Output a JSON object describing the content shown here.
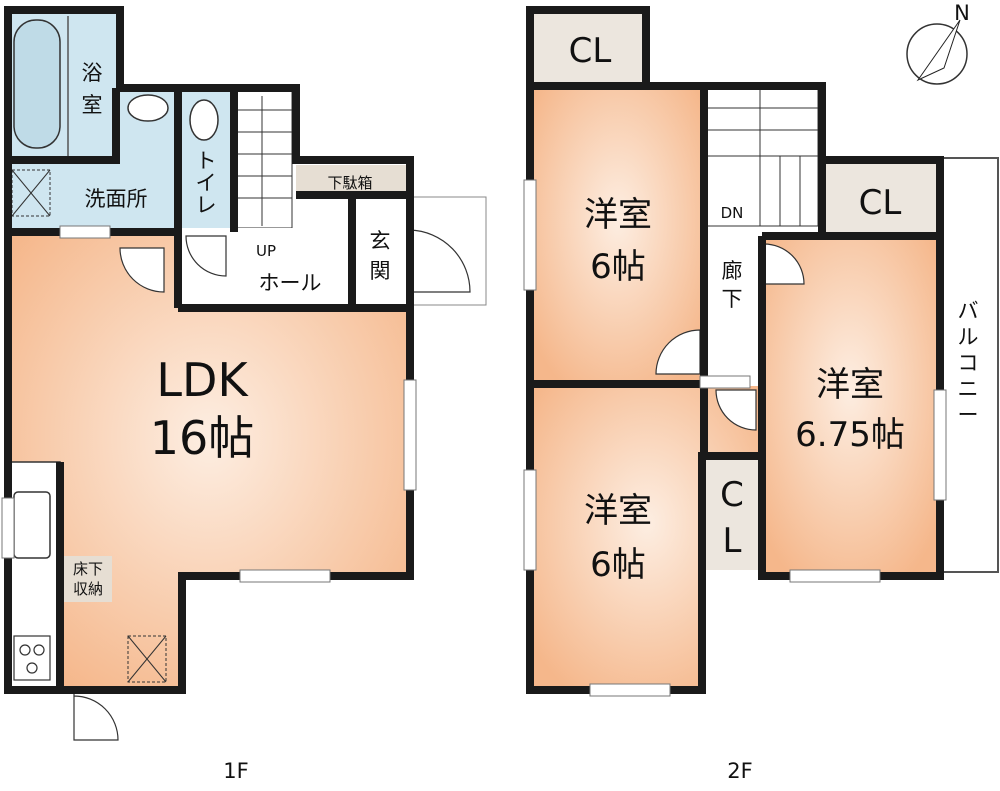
{
  "floor1": {
    "caption": "1F",
    "bath": [
      "浴",
      "室"
    ],
    "washroom": "洗面所",
    "toilet": [
      "ト",
      "イ",
      "レ"
    ],
    "shoe_box": "下駄箱",
    "entrance": [
      "玄",
      "関"
    ],
    "up": "UP",
    "hall": "ホール",
    "ldk": "LDK",
    "ldk_size": "16帖",
    "underfloor": [
      "床下",
      "収納"
    ]
  },
  "floor2": {
    "caption": "2F",
    "room_nw_name": "洋室",
    "room_nw_size": "6帖",
    "room_sw_name": "洋室",
    "room_sw_size": "6帖",
    "room_e_name": "洋室",
    "room_e_size": "6.75帖",
    "closet_nw": "CL",
    "closet_ne": "CL",
    "closet_mid": [
      "C",
      "L"
    ],
    "down": "DN",
    "corridor": [
      "廊",
      "下"
    ],
    "balcony": [
      "バ",
      "ル",
      "コ",
      "ニ",
      "ー"
    ]
  },
  "compass_letter": "N",
  "colors": {
    "room_center": "#fdeee2",
    "room_edge": "#f5b98f",
    "wet_area": "#cfe6f0",
    "closet": "#ece6de",
    "wall": "#1a1a1a"
  }
}
